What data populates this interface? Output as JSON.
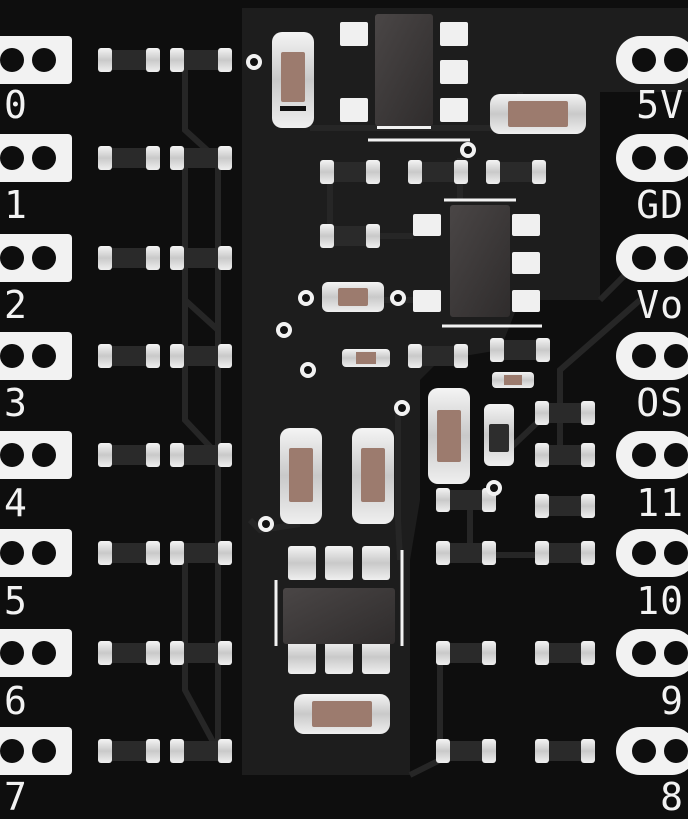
{
  "board": {
    "left_pins": [
      "0",
      "1",
      "2",
      "3",
      "4",
      "5",
      "6",
      "7"
    ],
    "right_pins": [
      "5V",
      "GD",
      "Vo",
      "OS",
      "11",
      "10",
      "9",
      "8"
    ]
  },
  "colors": {
    "solder_mask": "#0e0e0e",
    "copper_plane": "#1c1c1c",
    "silkscreen": "#f2f2f2",
    "pad": "#dedede",
    "ic_body": "#3d3d3d",
    "passive_body": "#9c7b6e"
  }
}
